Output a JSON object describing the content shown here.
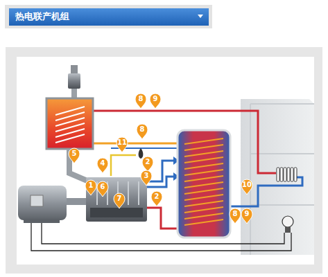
{
  "diagram": {
    "title": "热电联产机组",
    "labels": [
      "8",
      "9",
      "8",
      "11",
      "5",
      "2",
      "4",
      "3",
      "10",
      "1",
      "6",
      "2",
      "7",
      "8",
      "9"
    ]
  }
}
